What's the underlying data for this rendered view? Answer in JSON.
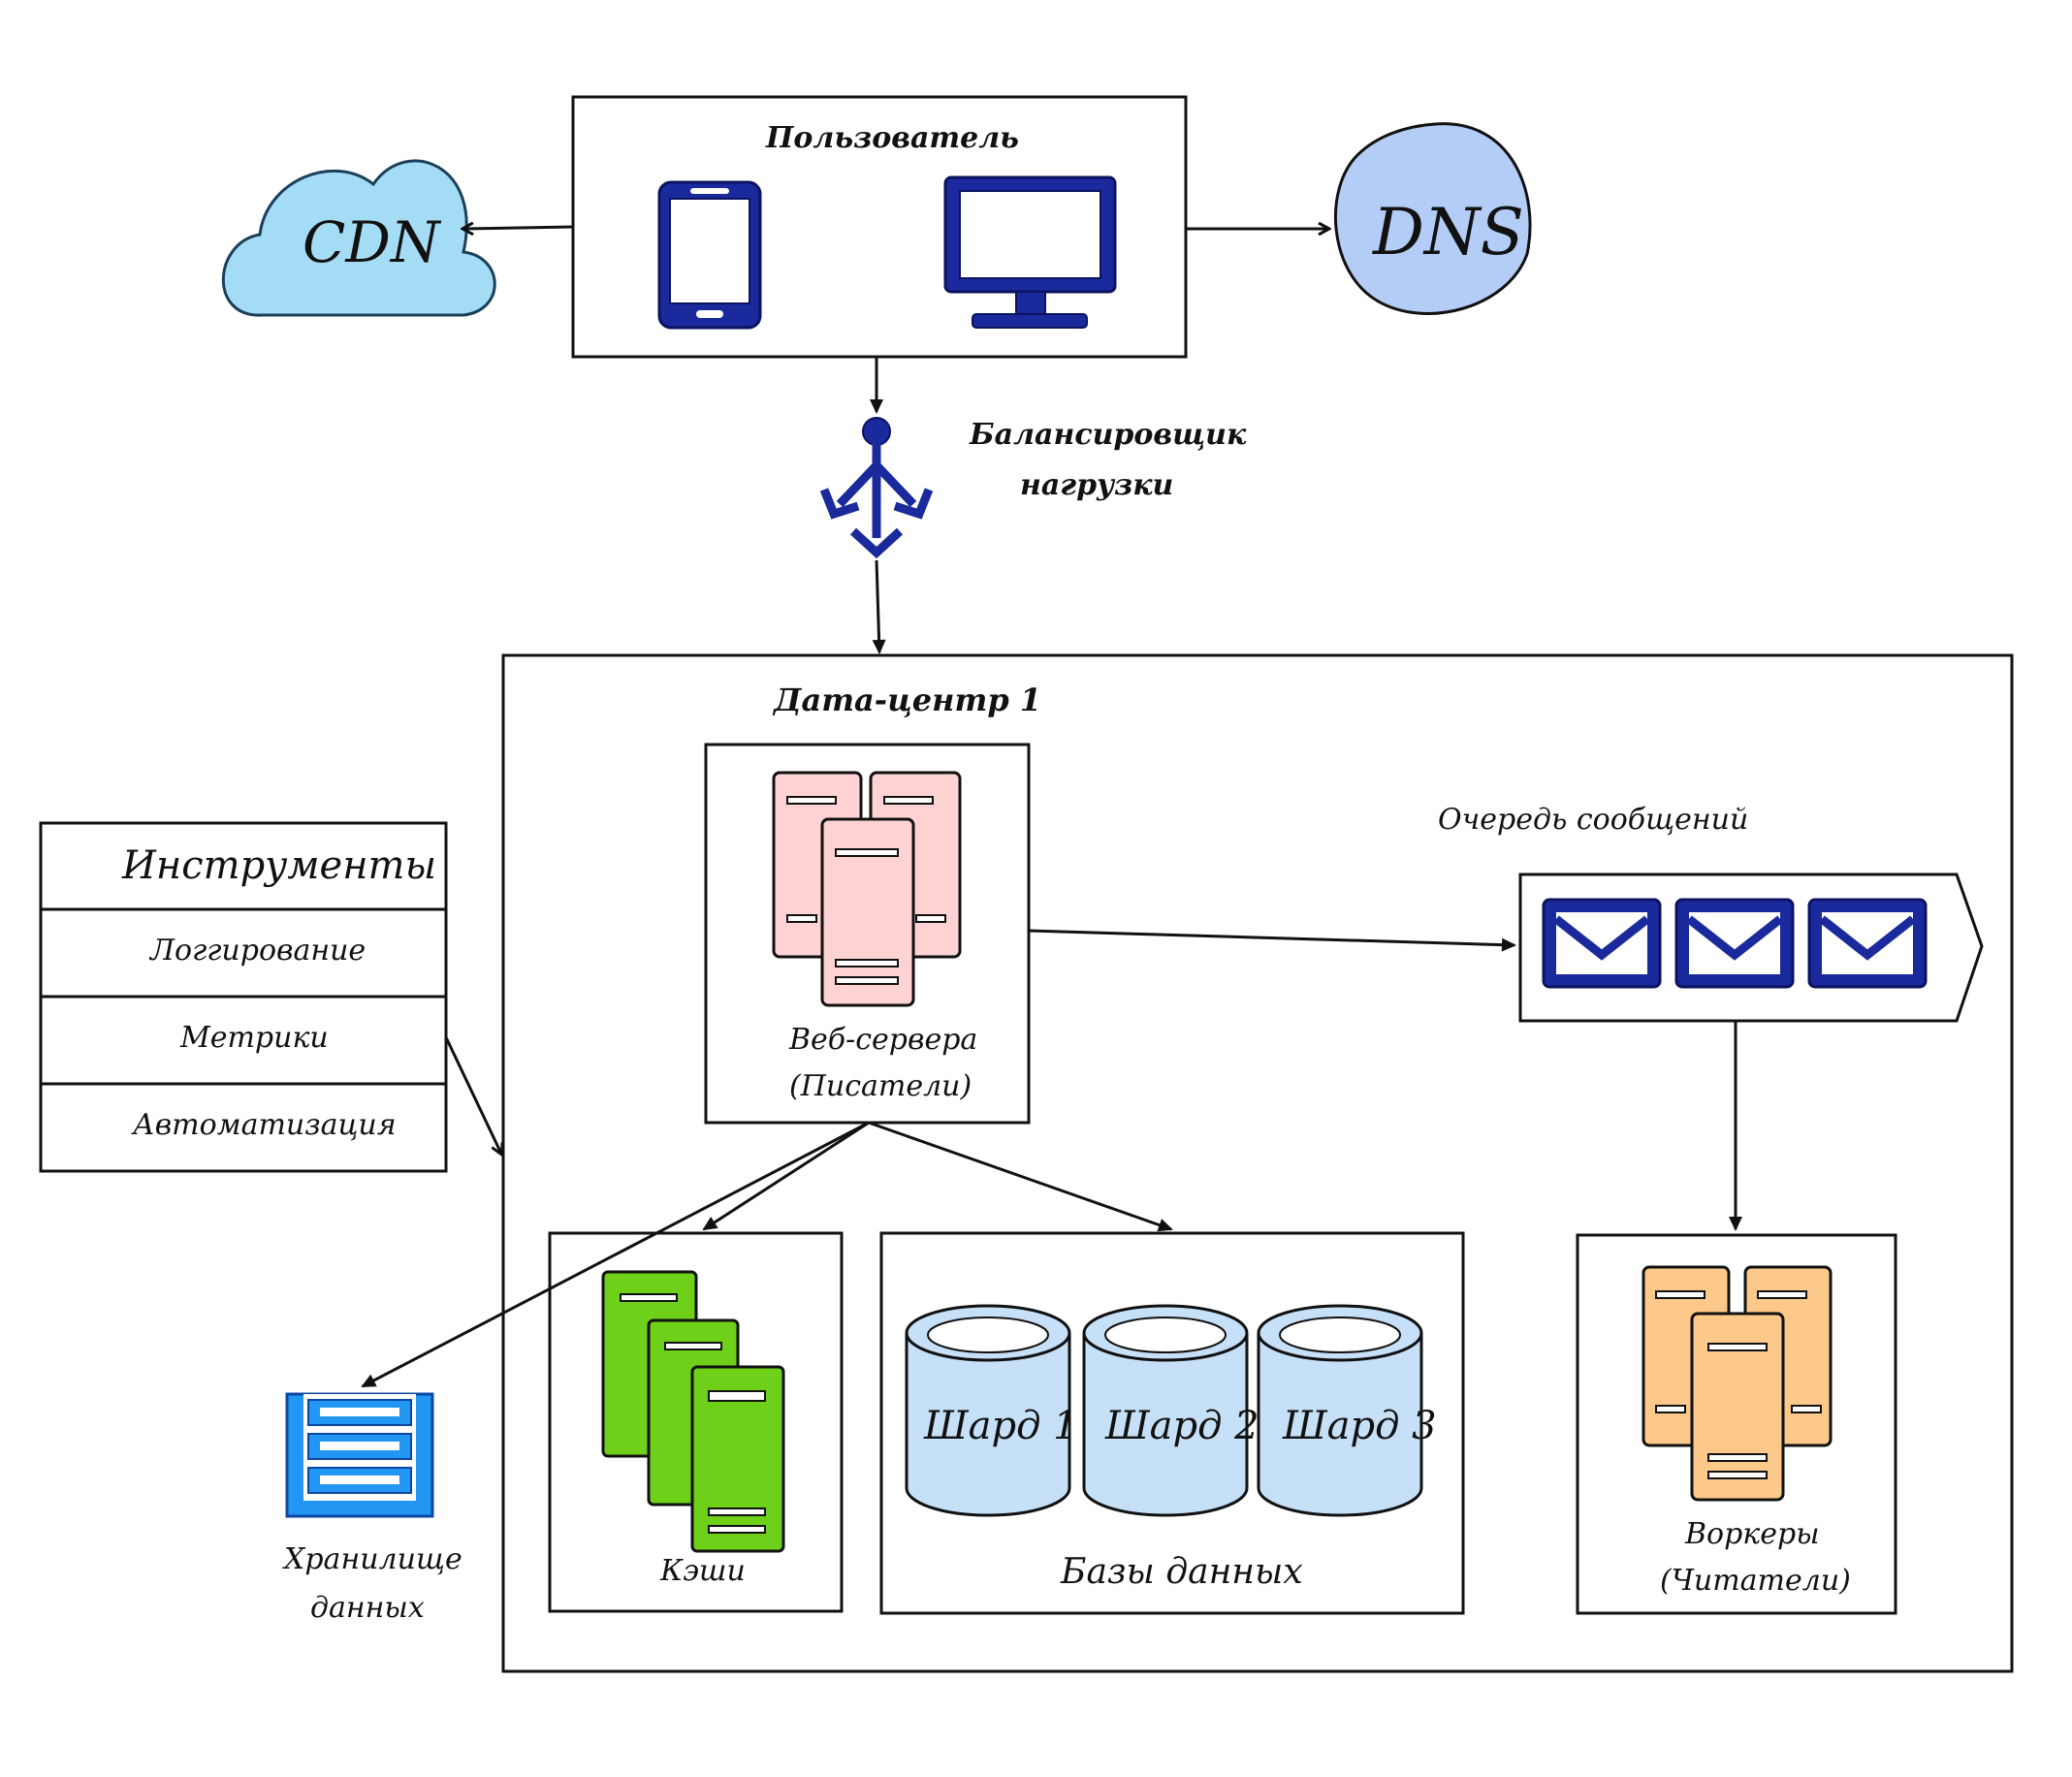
{
  "user": {
    "title": "Пользователь"
  },
  "cdn": {
    "label": "CDN"
  },
  "dns": {
    "label": "DNS"
  },
  "load_balancer": {
    "line1": "Балансировщик",
    "line2": "нагрузки"
  },
  "datacenter": {
    "title": "Дата-центр 1"
  },
  "web_servers": {
    "line1": "Веб-сервера",
    "line2": "(Писатели)"
  },
  "message_queue": {
    "label": "Очередь сообщений"
  },
  "tools": {
    "title": "Инструменты",
    "items": [
      "Логгирование",
      "Метрики",
      "Автоматизация"
    ]
  },
  "storage": {
    "line1": "Хранилище",
    "line2": "данных"
  },
  "caches": {
    "label": "Кэши"
  },
  "databases": {
    "label": "Базы данных",
    "shards": [
      "Шард 1",
      "Шард 2",
      "Шард 3"
    ]
  },
  "workers": {
    "line1": "Воркеры",
    "line2": "(Читатели)"
  },
  "colors": {
    "cdn_fill": "#a5dcf5",
    "dns_fill": "#b3cdf7",
    "device_navy": "#1a2a9c",
    "web_server_fill": "#ffd3d3",
    "cache_fill": "#6fd01a",
    "shard_fill": "#c6e0f7",
    "worker_fill": "#fdc98a",
    "storage_fill": "#2196f3"
  }
}
